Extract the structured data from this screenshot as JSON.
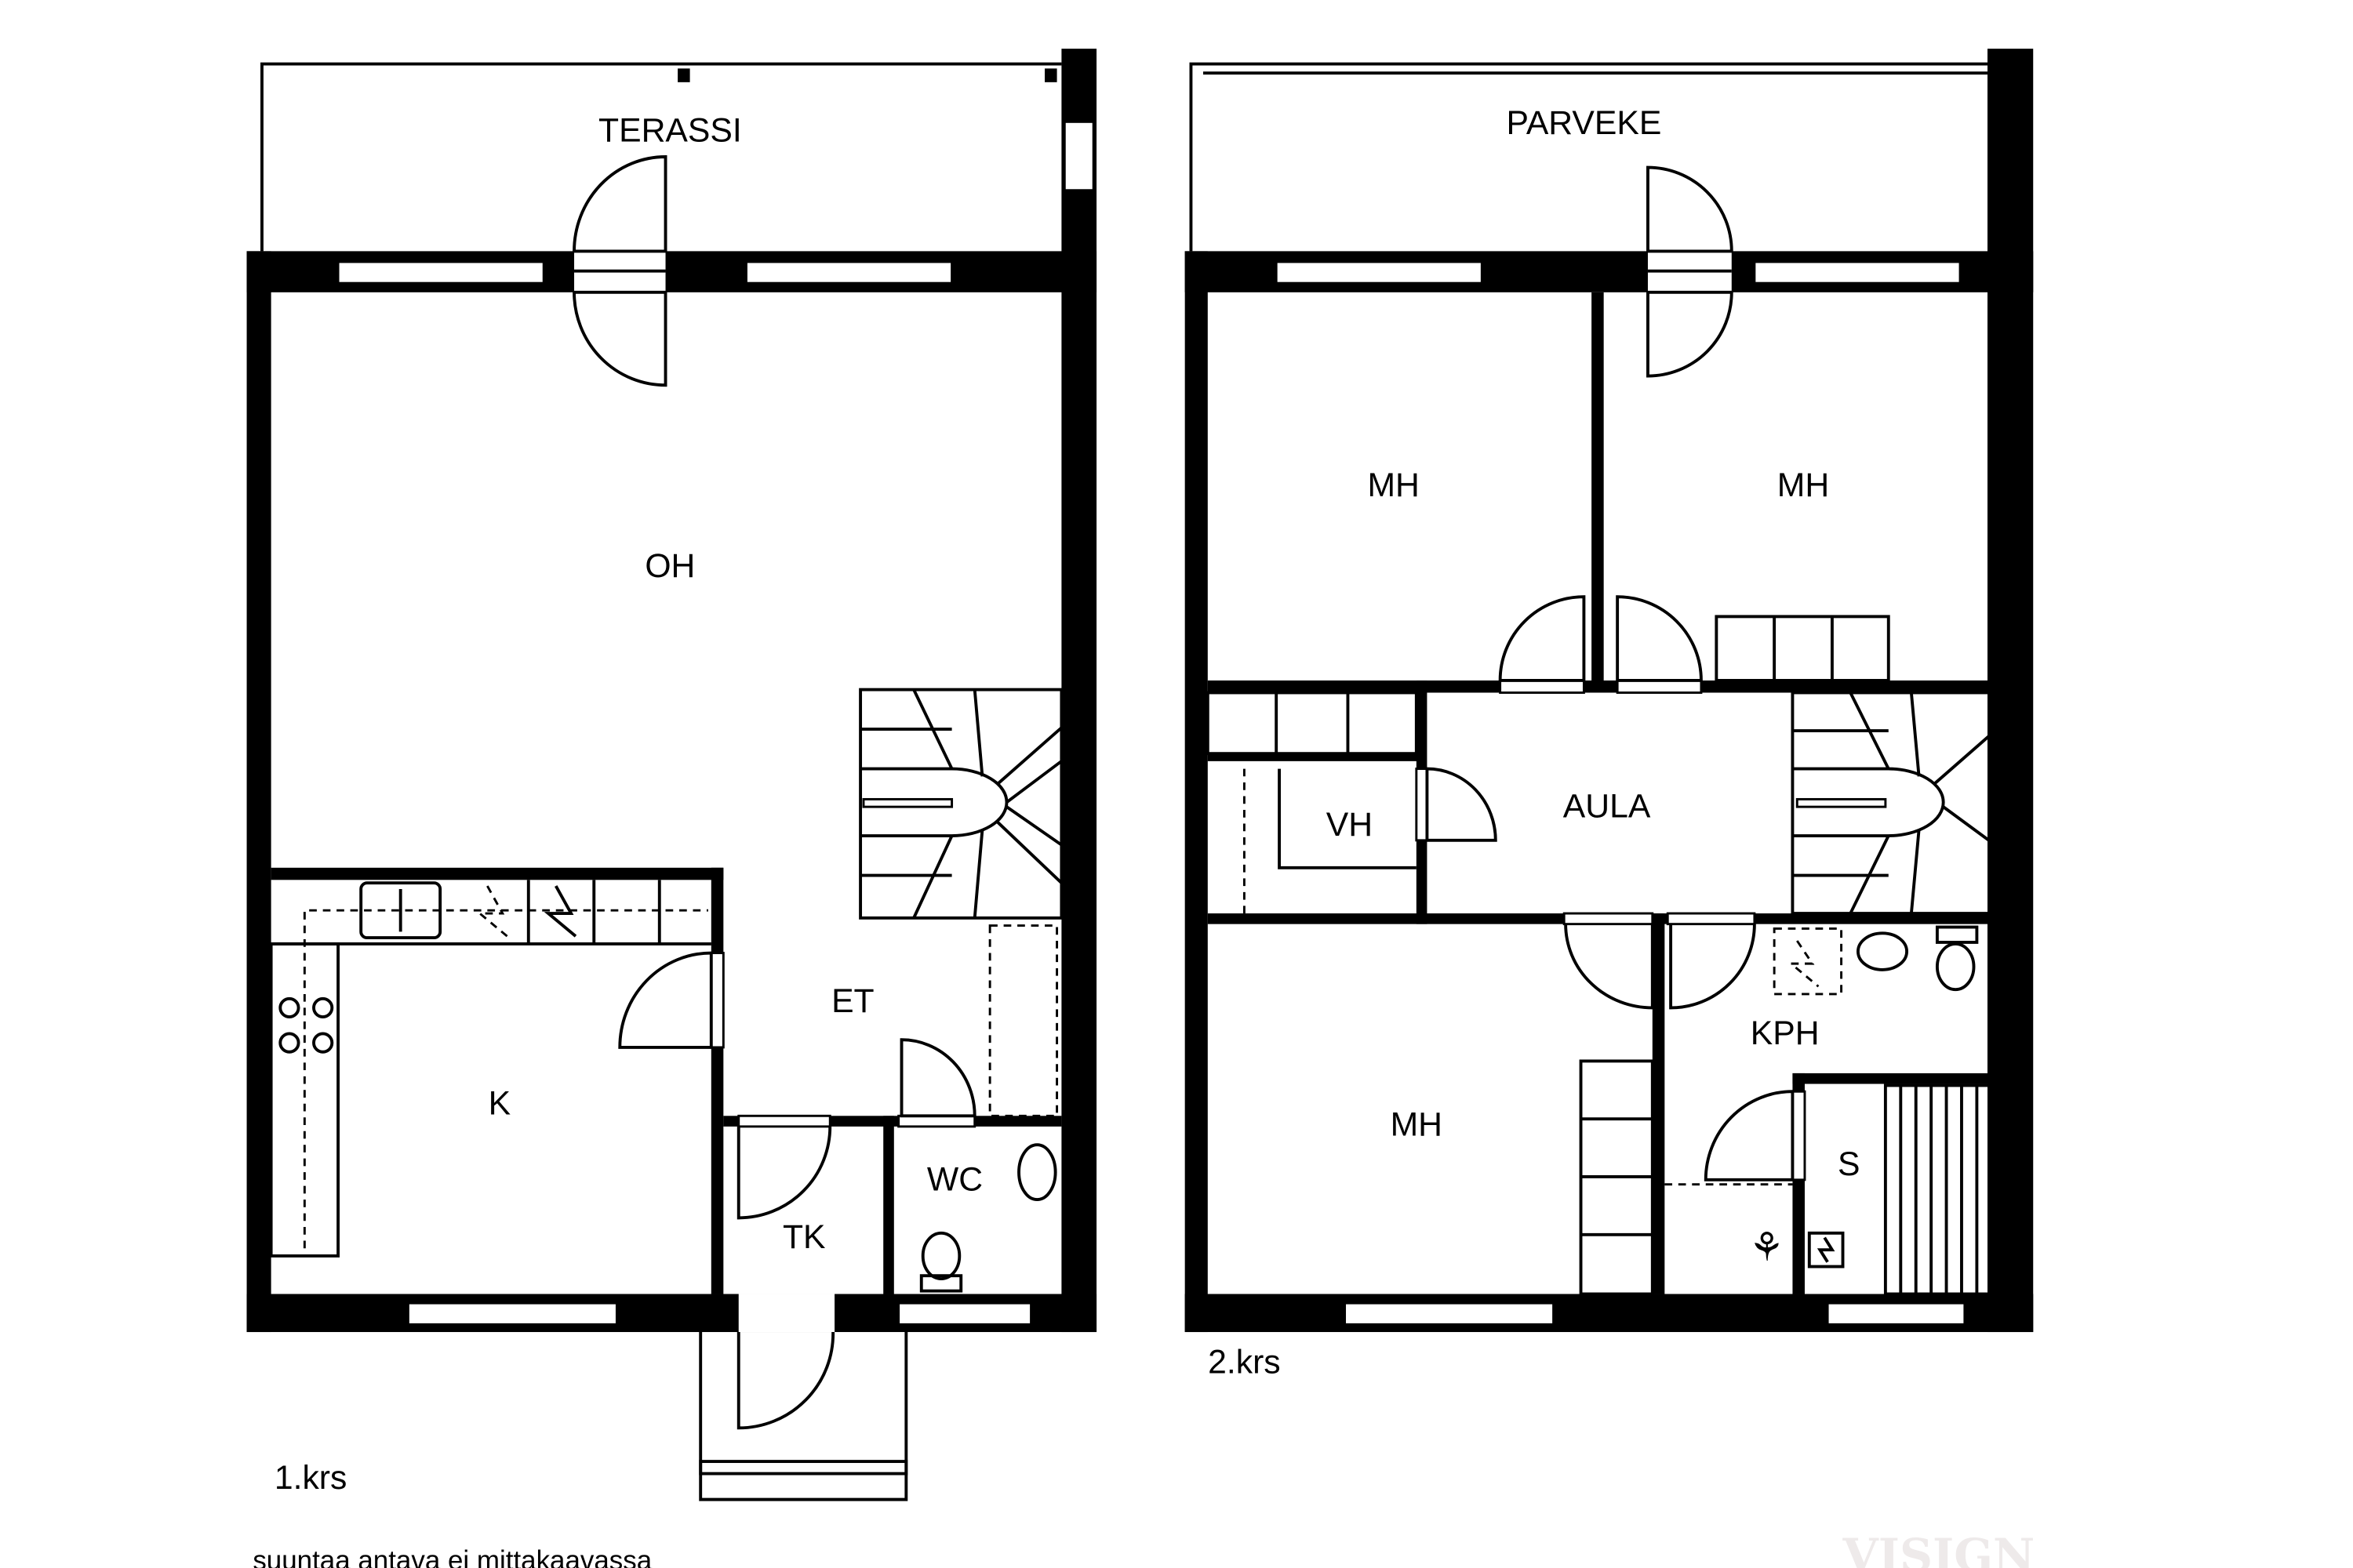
{
  "floor1": {
    "label": "1.krs",
    "rooms": {
      "terrace": "TERASSI",
      "living": "OH",
      "kitchen": "K",
      "hall": "ET",
      "closet": "TK",
      "wc": "WC"
    }
  },
  "floor2": {
    "label": "2.krs",
    "rooms": {
      "balcony": "PARVEKE",
      "bedroom1": "MH",
      "bedroom2": "MH",
      "bedroom3": "MH",
      "hallway": "AULA",
      "wardrobe": "VH",
      "bathroom": "KPH",
      "sauna": "S"
    }
  },
  "disclaimer": "suuntaa antava ei mittakaavassa",
  "watermark": "VISIGN"
}
